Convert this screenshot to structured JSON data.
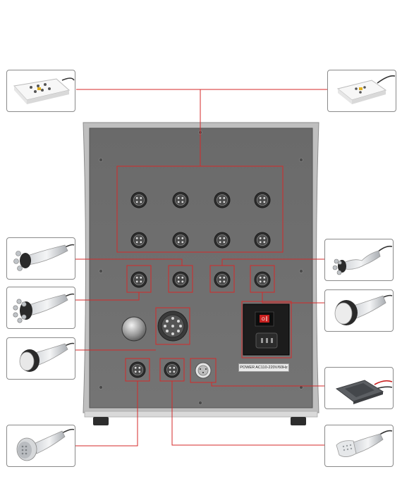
{
  "image": {
    "subject": "machine-back-panel-connector-diagram"
  },
  "panel": {
    "power_label": "POWER AC110-220V/60Hz",
    "color": "#6e6e6e",
    "frame_color": "#a9a9a9",
    "leader_color": "#d42a2a"
  },
  "accessories": {
    "left": [
      "electrode-pad-box",
      "tripolar-rf-probe",
      "six-pole-rf-probe",
      "cavitation-probe",
      "photon-probe"
    ],
    "right": [
      "electrode-pad-box",
      "quadrupolar-rf-probe",
      "large-cavitation-probe",
      "silicone-electrode-pad",
      "vacuum-probe"
    ]
  }
}
